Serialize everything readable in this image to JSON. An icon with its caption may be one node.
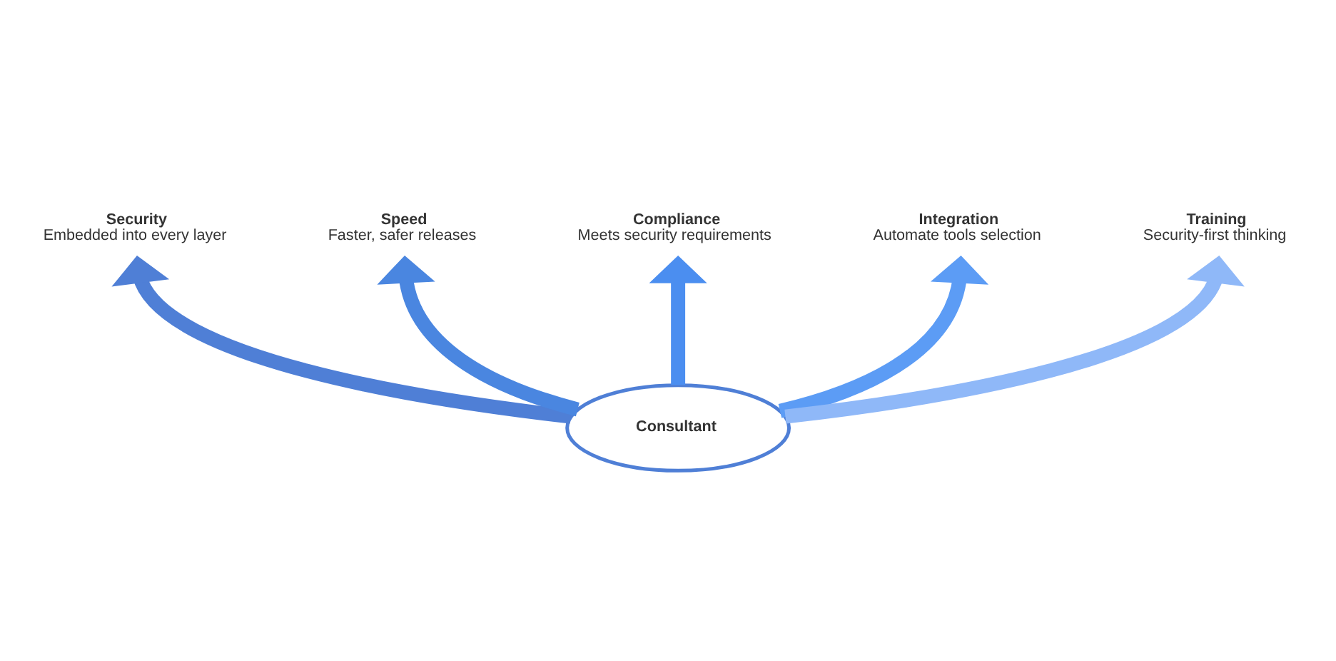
{
  "diagram": {
    "nodes": [
      {
        "text": [
          "Security",
          "Embedded into every layer"
        ]
      },
      {
        "text": [
          "Speed",
          "Faster, safer releases"
        ]
      },
      {
        "text": [
          "Compliance",
          "Meets security requirements"
        ]
      },
      {
        "text": [
          "Integration",
          "Automate tools selection"
        ]
      },
      {
        "text": [
          "Training",
          "Security-first thinking"
        ]
      },
      {
        "text": [
          "Consultant"
        ]
      }
    ],
    "edges": [
      {
        "from": 5,
        "to": 0,
        "arrow": "to",
        "color": "#4f7fd6"
      },
      {
        "from": 5,
        "to": 1,
        "arrow": "to",
        "color": "#4a86e0"
      },
      {
        "from": 5,
        "to": 2,
        "arrow": "to",
        "color": "#4b8ef0"
      },
      {
        "from": 5,
        "to": 3,
        "arrow": "to",
        "color": "#5c9cf5"
      },
      {
        "from": 5,
        "to": 4,
        "arrow": "to",
        "color": "#8fb8f8"
      }
    ]
  }
}
